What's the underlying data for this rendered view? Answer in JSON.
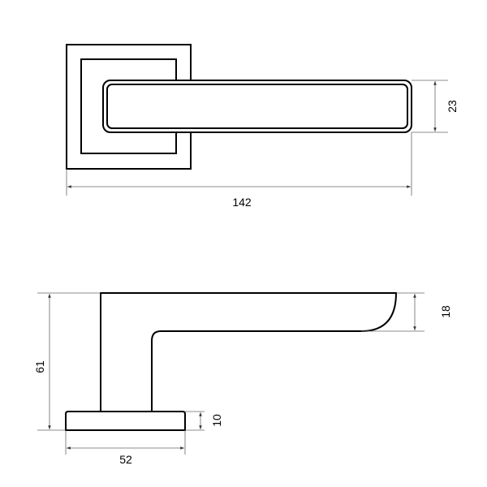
{
  "drawing": {
    "top_view": {
      "length_label": "142",
      "height_label": "23"
    },
    "side_view": {
      "height_label": "61",
      "lever_thickness_label": "18",
      "rose_thickness_label": "10",
      "rose_width_label": "52"
    },
    "colors": {
      "line": "#000000",
      "dimension": "#666666"
    }
  }
}
